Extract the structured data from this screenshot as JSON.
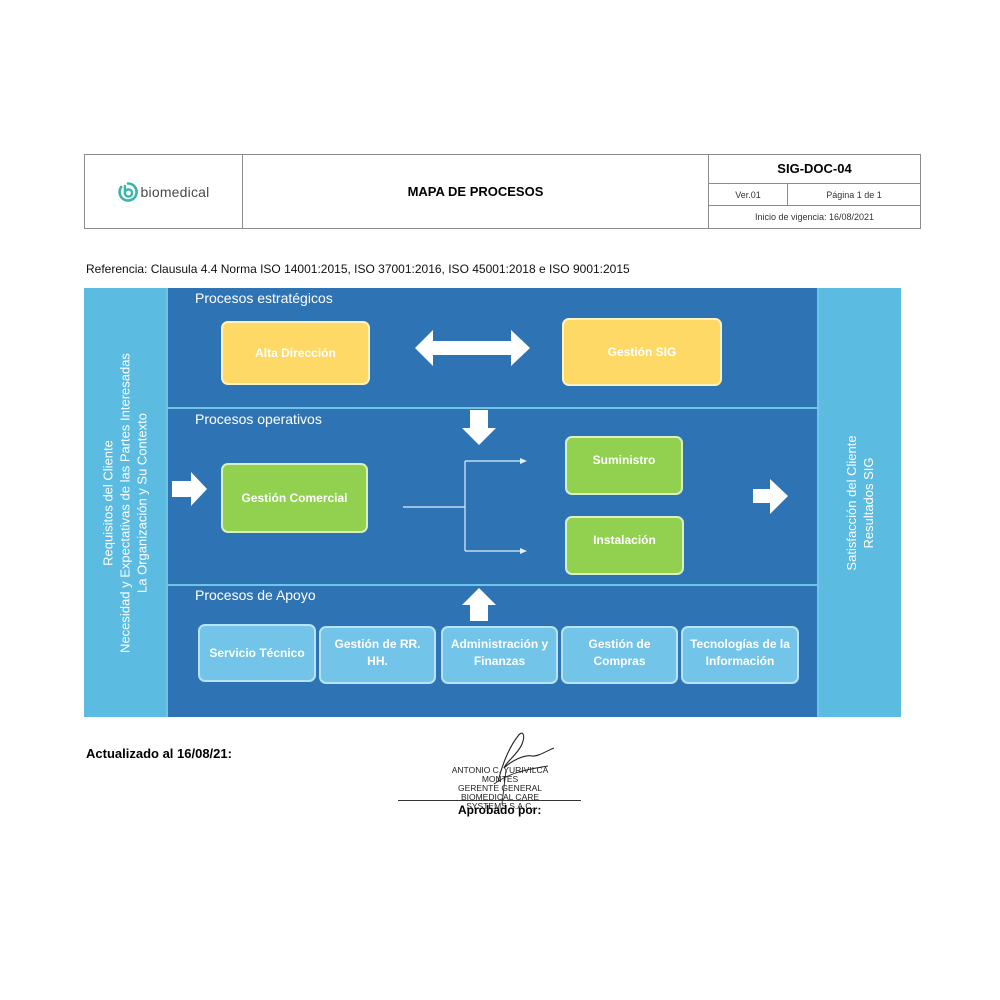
{
  "header": {
    "logo_text": "biomedical",
    "logo_icon": "biomedical-b-logo-icon",
    "title": "MAPA DE PROCESOS",
    "doc_code": "SIG-DOC-04",
    "version": "Ver.01",
    "page": "Página 1 de 1",
    "effective_date": "Inicio de vigencia: 16/08/2021"
  },
  "reference": "Referencia: Clausula 4.4 Norma ISO 14001:2015, ISO 37001:2016, ISO 45001:2018 e ISO 9001:2015",
  "diagram": {
    "left_band": {
      "lines": [
        "Requisitos del Cliente",
        "Necesidad y Expectativas de las Partes Interesadas",
        "La Organización y Su Contexto"
      ]
    },
    "right_band": {
      "lines": [
        "Satisfacción del Cliente",
        "Resultados SIG"
      ]
    },
    "sections": {
      "strategic": {
        "title": "Procesos estratégicos",
        "boxes": [
          "Alta Dirección",
          "Gestión SIG"
        ]
      },
      "operational": {
        "title": "Procesos operativos",
        "boxes": [
          "Gestión Comercial",
          "Suministro",
          "Instalación"
        ]
      },
      "support": {
        "title": "Procesos de Apoyo",
        "boxes": [
          {
            "line1": "Servicio Técnico",
            "line2": ""
          },
          {
            "line1": "Gestión de RR.",
            "line2": "HH."
          },
          {
            "line1": "Administración y",
            "line2": "Finanzas"
          },
          {
            "line1": "Gestión de",
            "line2": "Compras"
          },
          {
            "line1": "Tecnologías de la",
            "line2": "Información"
          }
        ]
      }
    },
    "colors": {
      "background": "#2e74b5",
      "bands": "#5bbbe0",
      "strategic_box": "#ffd966",
      "operational_box": "#92d050",
      "support_box": "#72c4e8"
    }
  },
  "footer": {
    "updated": "Actualizado al 16/08/21:",
    "signer_name": "ANTONIO C. YURIVILCA MONTES",
    "signer_role": "GERENTE GENERAL",
    "signer_company": "BIOMEDICAL CARE SYSTEMS S.A.C.",
    "approved_label": "Aprobado por:"
  }
}
